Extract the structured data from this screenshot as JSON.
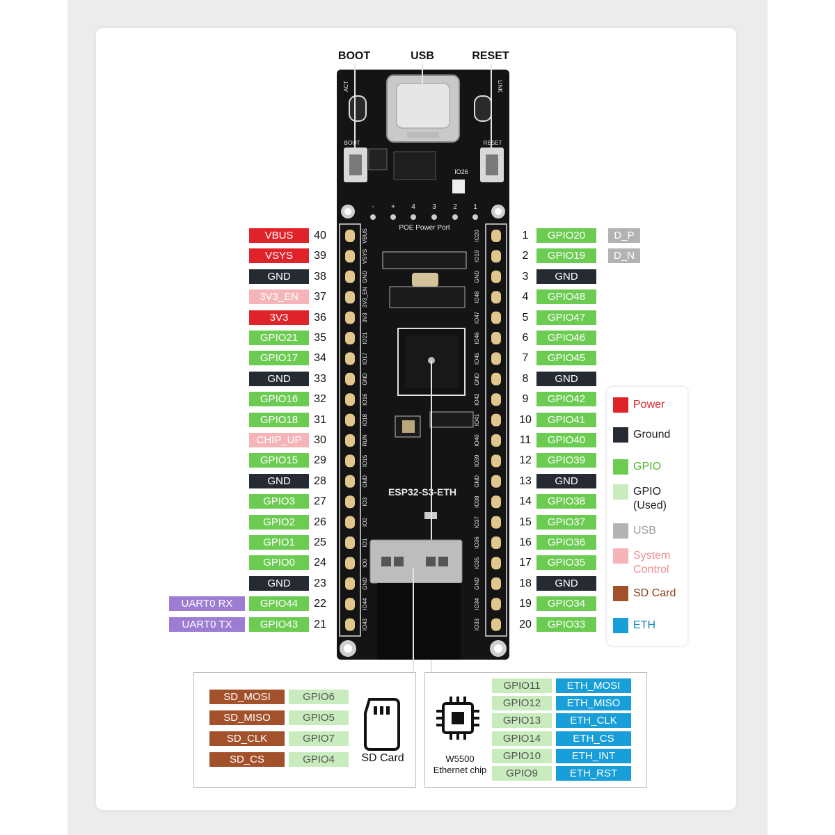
{
  "top_labels": {
    "boot": "BOOT",
    "usb": "USB",
    "reset": "RESET"
  },
  "board": {
    "name": "ESP32-S3-ETH",
    "poe_label": "POE Power Port",
    "poe_pins": [
      "-",
      "+",
      "4",
      "3",
      "2",
      "1"
    ],
    "button_boot": "BOOT",
    "button_reset": "RESET",
    "led_act": "ACT",
    "led_link": "LINK",
    "io26": "IO26",
    "silk_left": [
      "VBUS",
      "VSYS",
      "GND",
      "3V3_EN",
      "3V3",
      "IO21",
      "IO17",
      "GND",
      "IO16",
      "IO18",
      "RUN",
      "IO15",
      "GND",
      "IO3",
      "IO2",
      "IO1",
      "IO0",
      "GND",
      "IO44",
      "IO43"
    ],
    "silk_right": [
      "IO20",
      "IO19",
      "GND",
      "IO48",
      "IO47",
      "IO46",
      "IO45",
      "GND",
      "IO42",
      "IO41",
      "IO40",
      "IO39",
      "GND",
      "IO38",
      "IO37",
      "IO36",
      "IO35",
      "GND",
      "IO34",
      "IO33"
    ]
  },
  "colors": {
    "power": "#e0232a",
    "ground": "#262b33",
    "gpio": "#6ccc52",
    "gpio_used": "#c8ecbd",
    "usb": "#b3b3b3",
    "sysctl": "#f5b5b8",
    "sd": "#a3512a",
    "eth": "#189ed8",
    "uart": "#9d7cd3"
  },
  "left_pins": [
    {
      "num": "40",
      "label": "VBUS",
      "type": "power"
    },
    {
      "num": "39",
      "label": "VSYS",
      "type": "power"
    },
    {
      "num": "38",
      "label": "GND",
      "type": "ground"
    },
    {
      "num": "37",
      "label": "3V3_EN",
      "type": "sysctl"
    },
    {
      "num": "36",
      "label": "3V3",
      "type": "power"
    },
    {
      "num": "35",
      "label": "GPIO21",
      "type": "gpio"
    },
    {
      "num": "34",
      "label": "GPIO17",
      "type": "gpio"
    },
    {
      "num": "33",
      "label": "GND",
      "type": "ground"
    },
    {
      "num": "32",
      "label": "GPIO16",
      "type": "gpio"
    },
    {
      "num": "31",
      "label": "GPIO18",
      "type": "gpio"
    },
    {
      "num": "30",
      "label": "CHIP_UP",
      "type": "sysctl"
    },
    {
      "num": "29",
      "label": "GPIO15",
      "type": "gpio"
    },
    {
      "num": "28",
      "label": "GND",
      "type": "ground"
    },
    {
      "num": "27",
      "label": "GPIO3",
      "type": "gpio"
    },
    {
      "num": "26",
      "label": "GPIO2",
      "type": "gpio"
    },
    {
      "num": "25",
      "label": "GPIO1",
      "type": "gpio"
    },
    {
      "num": "24",
      "label": "GPIO0",
      "type": "gpio"
    },
    {
      "num": "23",
      "label": "GND",
      "type": "ground"
    },
    {
      "num": "22",
      "label": "GPIO44",
      "type": "gpio",
      "extra": "UART0 RX"
    },
    {
      "num": "21",
      "label": "GPIO43",
      "type": "gpio",
      "extra": "UART0 TX"
    }
  ],
  "right_pins": [
    {
      "num": "1",
      "label": "GPIO20",
      "type": "gpio",
      "extra": "D_P"
    },
    {
      "num": "2",
      "label": "GPIO19",
      "type": "gpio",
      "extra": "D_N"
    },
    {
      "num": "3",
      "label": "GND",
      "type": "ground"
    },
    {
      "num": "4",
      "label": "GPIO48",
      "type": "gpio"
    },
    {
      "num": "5",
      "label": "GPIO47",
      "type": "gpio"
    },
    {
      "num": "6",
      "label": "GPIO46",
      "type": "gpio"
    },
    {
      "num": "7",
      "label": "GPIO45",
      "type": "gpio"
    },
    {
      "num": "8",
      "label": "GND",
      "type": "ground"
    },
    {
      "num": "9",
      "label": "GPIO42",
      "type": "gpio"
    },
    {
      "num": "10",
      "label": "GPIO41",
      "type": "gpio"
    },
    {
      "num": "11",
      "label": "GPIO40",
      "type": "gpio"
    },
    {
      "num": "12",
      "label": "GPIO39",
      "type": "gpio"
    },
    {
      "num": "13",
      "label": "GND",
      "type": "ground"
    },
    {
      "num": "14",
      "label": "GPIO38",
      "type": "gpio"
    },
    {
      "num": "15",
      "label": "GPIO37",
      "type": "gpio"
    },
    {
      "num": "16",
      "label": "GPIO36",
      "type": "gpio"
    },
    {
      "num": "17",
      "label": "GPIO35",
      "type": "gpio"
    },
    {
      "num": "18",
      "label": "GND",
      "type": "ground"
    },
    {
      "num": "19",
      "label": "GPIO34",
      "type": "gpio"
    },
    {
      "num": "20",
      "label": "GPIO33",
      "type": "gpio"
    }
  ],
  "legend": [
    {
      "label": "Power",
      "type": "power"
    },
    {
      "label": "Ground",
      "type": "ground"
    },
    {
      "label": "GPIO",
      "type": "gpio"
    },
    {
      "label": "GPIO (Used)",
      "type": "gpio_used"
    },
    {
      "label": "USB",
      "type": "usb"
    },
    {
      "label": "System Control",
      "type": "sysctl"
    },
    {
      "label": "SD Card",
      "type": "sd"
    },
    {
      "label": "ETH",
      "type": "eth"
    }
  ],
  "sd_panel": {
    "title": "SD Card",
    "rows": [
      {
        "func": "SD_MOSI",
        "gpio": "GPIO6"
      },
      {
        "func": "SD_MISO",
        "gpio": "GPIO5"
      },
      {
        "func": "SD_CLK",
        "gpio": "GPIO7"
      },
      {
        "func": "SD_CS",
        "gpio": "GPIO4"
      }
    ]
  },
  "eth_panel": {
    "chip": "W5500",
    "chip_sub": "Ethernet chip",
    "rows": [
      {
        "gpio": "GPIO11",
        "func": "ETH_MOSI"
      },
      {
        "gpio": "GPIO12",
        "func": "ETH_MISO"
      },
      {
        "gpio": "GPIO13",
        "func": "ETH_CLK"
      },
      {
        "gpio": "GPIO14",
        "func": "ETH_CS"
      },
      {
        "gpio": "GPIO10",
        "func": "ETH_INT"
      },
      {
        "gpio": "GPIO9",
        "func": "ETH_RST"
      }
    ]
  }
}
